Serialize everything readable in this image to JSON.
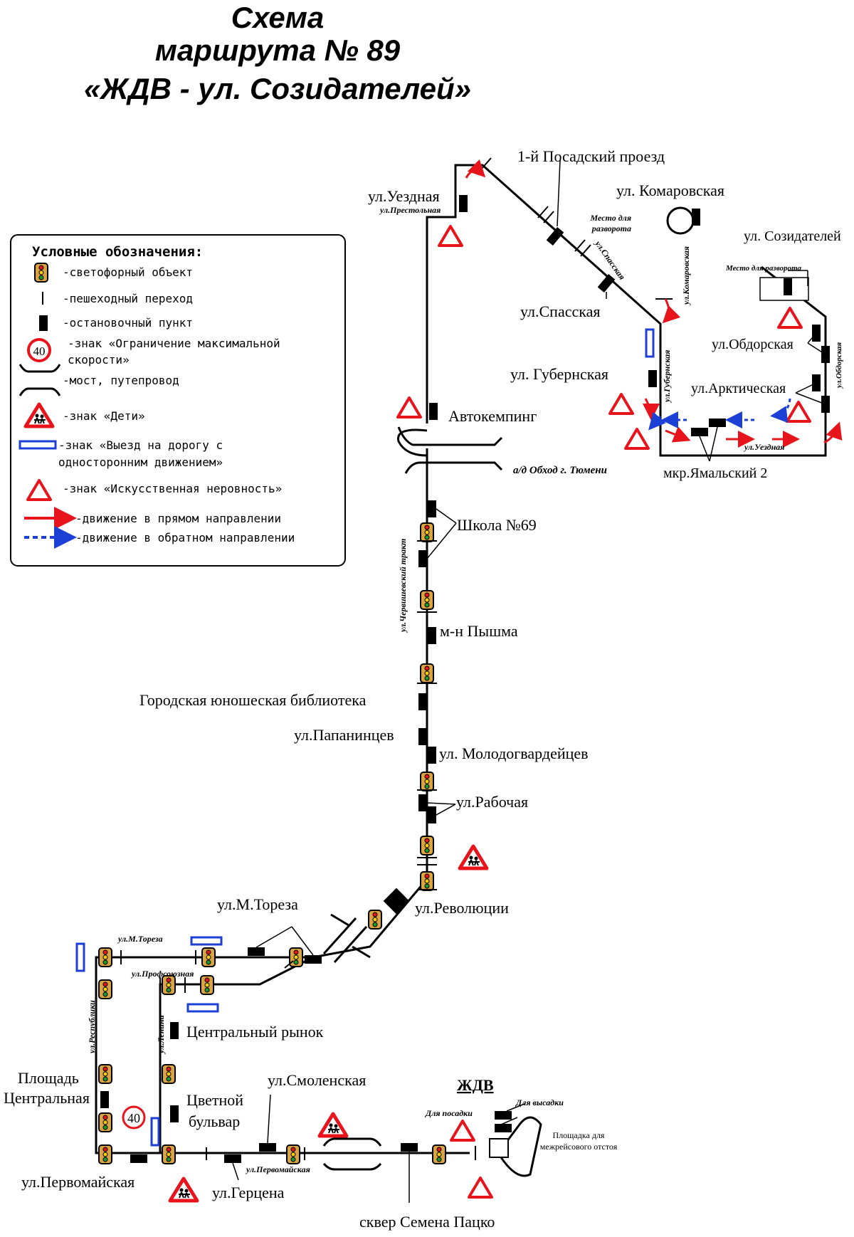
{
  "title": {
    "line1": "Схема",
    "line2": "маршрута № 89",
    "line3": "«ЖДВ - ул. Созидателей»"
  },
  "legend": {
    "heading": "Условные обозначения:",
    "traffic_light": "-светофорный объект",
    "crosswalk": "-пешеходный переход",
    "stop": "-остановочный пункт",
    "speed_limit_line1": "-знак «Ограничение максимальной",
    "speed_limit_line2": "скорости»",
    "speed_limit_value": "40",
    "bridge": "-мост, путепровод",
    "children": "-знак «Дети»",
    "oneway_line1": "-знак «Выезд на дорогу с",
    "oneway_line2": "односторонним движением»",
    "bump": "-знак «Искусственная неровность»",
    "forward": "-движение в прямом направлении",
    "reverse": "-движение в обратном направлении"
  },
  "stops": {
    "uyezdnaya_top": "ул.Уездная",
    "prestolnaya": "ул.Престольная",
    "posadsky": "1-й Посадский проезд",
    "komarovskaya": "ул. Комаровская",
    "turn_place_1": "Место для",
    "turn_place_2": "разворота",
    "sozidateley": "ул. Созидателей",
    "turn_place_full": "Место для разворота",
    "spasskaya_street": "ул.Спасская",
    "spasskaya": "ул.Спасская",
    "komarovskaya_street": "ул.Комаровская",
    "obdorskaya": "ул.Обдорская",
    "obdorskaya_street": "ул.Обдорская",
    "gubernskaya": "ул. Губернская",
    "gubernskaya_street": "ул.Губернская",
    "arkticheskaya": "ул.Арктическая",
    "avtokemping": "Автокемпинг",
    "uyezdnaya_street": "ул.Уездная",
    "obkhod": "а/д Обход г. Тюмени",
    "yamalsky": "мкр.Ямальский 2",
    "school69": "Школа №69",
    "chervishevsky": "ул.Червишевский тракт",
    "pyshma": "м-н Пышма",
    "library": "Городская юношеская библиотека",
    "papanintsev": "ул.Папанинцев",
    "molodogvardeytsev": "ул. Молодогвардейцев",
    "rabochaya": "ул.Рабочая",
    "revolyutsii": "ул.Революции",
    "toreza": "ул.М.Тореза",
    "toreza_street": "ул.М.Тореза",
    "profsoyuznaya": "ул.Профсоюзная",
    "respubliki": "ул.Республики",
    "lenina": "ул.Ленина",
    "central_market": "Центральный рынок",
    "ploshchad_1": "Площадь",
    "ploshchad_2": "Центральная",
    "speed_40": "40",
    "tsvetnoy_1": "Цветной",
    "tsvetnoy_2": "бульвар",
    "smolenskaya": "ул.Смоленская",
    "zhdv": "ЖДВ",
    "dlya_posadki": "Для посадки",
    "dlya_vysadki": "Для высадки",
    "ploshchadka_1": "Площадка для",
    "ploshchadka_2": "межрейсового отстоя",
    "pervomayskaya": "ул.Первомайская",
    "pervomayskaya_street": "ул.Первомайская",
    "gertsena": "ул.Герцена",
    "skver": "сквер Семена Пацко"
  },
  "colors": {
    "forward": "#e8141c",
    "reverse": "#1c3fd6",
    "route": "#000000",
    "sign_red": "#e8141c",
    "oneway_blue": "#1c3fd6",
    "traffic_light_body": "#d9a441"
  }
}
